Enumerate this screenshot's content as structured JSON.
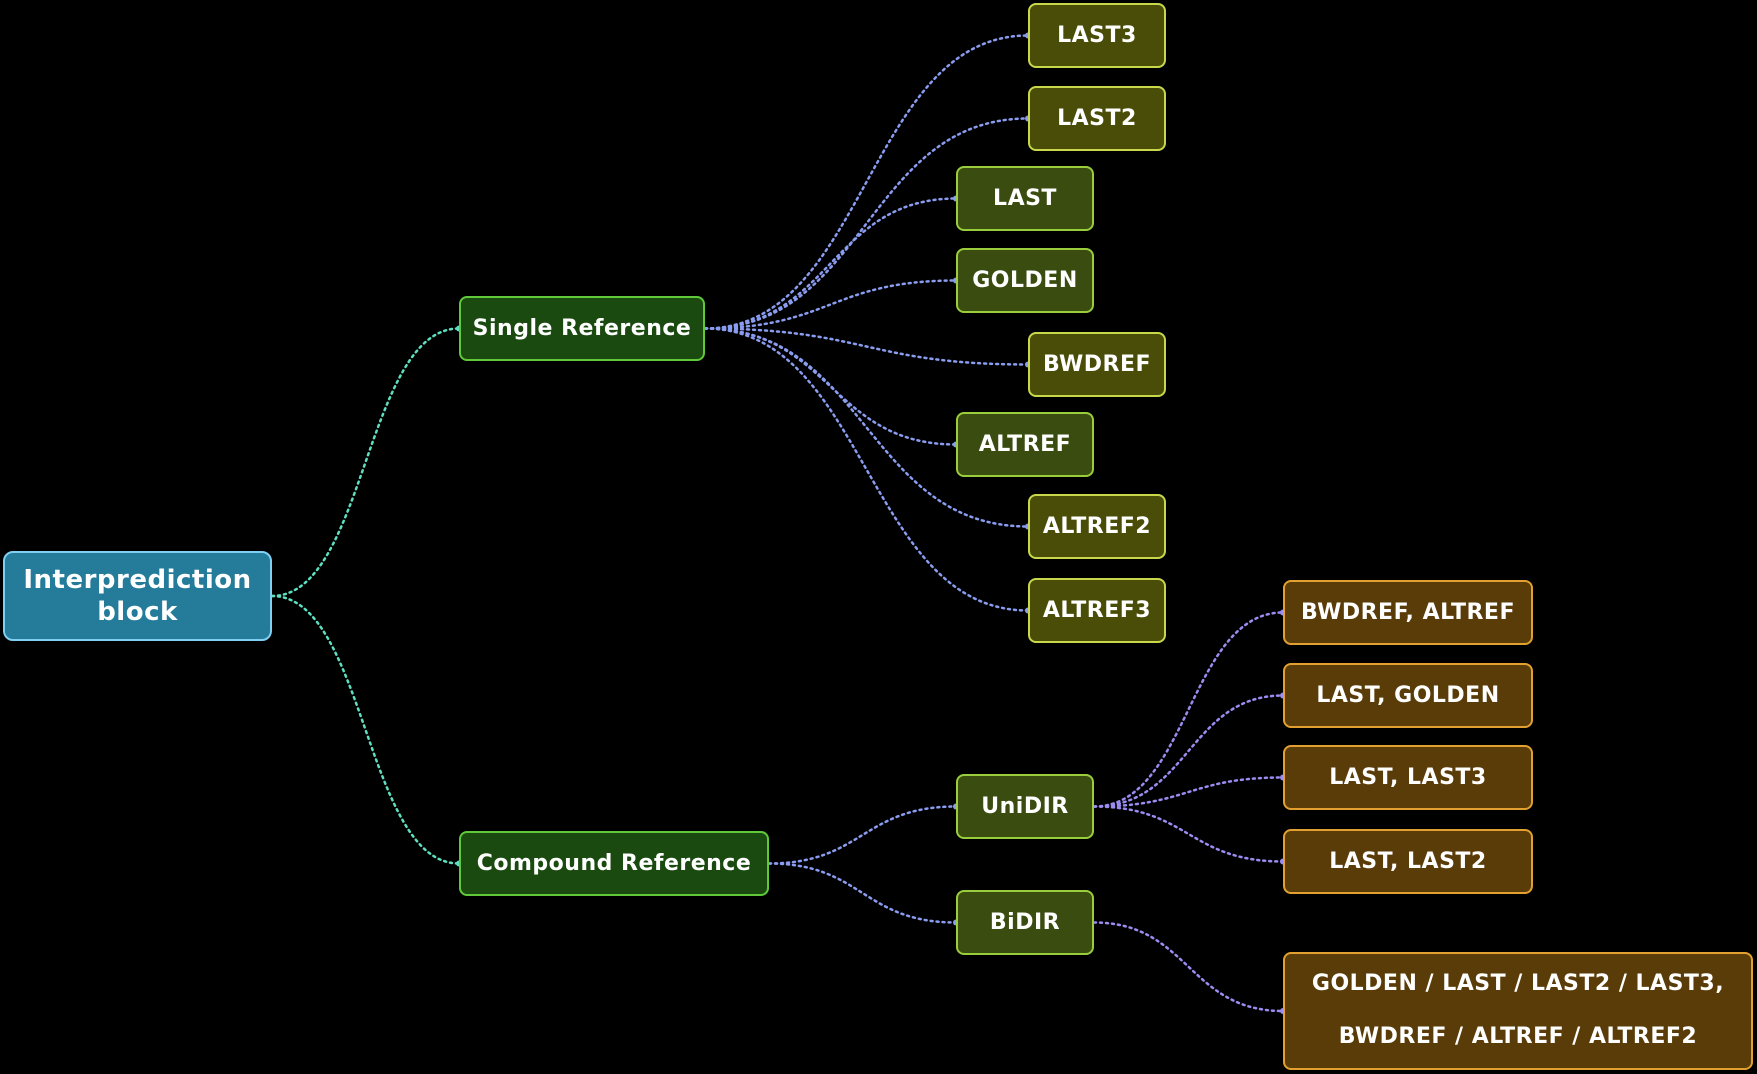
{
  "root": {
    "label_line1": "Interprediction",
    "label_line2": "block"
  },
  "single": {
    "label": "Single Reference",
    "children": [
      "LAST3",
      "LAST2",
      "LAST",
      "GOLDEN",
      "BWDREF",
      "ALTREF",
      "ALTREF2",
      "ALTREF3"
    ]
  },
  "compound": {
    "label": "Compound Reference",
    "unidir": {
      "label": "UniDIR",
      "children": [
        "BWDREF, ALTREF",
        "LAST, GOLDEN",
        "LAST, LAST3",
        "LAST, LAST2"
      ]
    },
    "bidir": {
      "label": "BiDIR",
      "child_line1": "GOLDEN / LAST / LAST2 / LAST3,",
      "child_line2": "BWDREF / ALTREF / ALTREF2"
    }
  },
  "colors": {
    "background": "#000000",
    "root_fill": "#247b9a",
    "level1_fill": "#1a4a10",
    "level2_fill": "#3a4c10",
    "level3_fill": "#5a3c08",
    "link_root": "#5de0c0",
    "link_single": "#8a9cf0",
    "link_compound": "#9a8cf0"
  }
}
